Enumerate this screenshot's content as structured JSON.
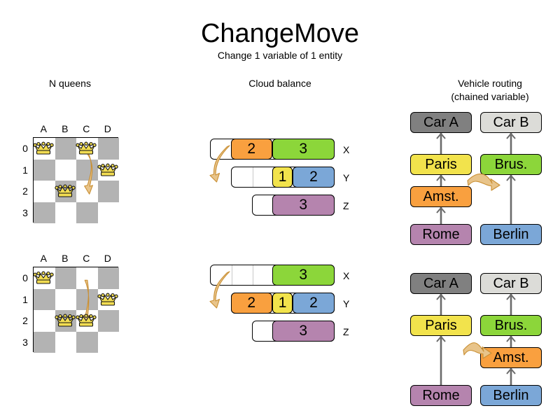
{
  "header": {
    "title": "ChangeMove",
    "subtitle": "Change 1 variable of 1 entity"
  },
  "columns": {
    "queens": "N queens",
    "cloud": "Cloud balance",
    "routing_line1": "Vehicle routing",
    "routing_line2": "(chained variable)"
  },
  "colors": {
    "orange": "#f9a03f",
    "green": "#8cd63a",
    "yellow": "#f2e34c",
    "blue": "#7ba7d7",
    "purple": "#b584ae",
    "gray_dark": "#808080",
    "gray_light": "#dcdcd8",
    "board_dark": "#b3b3b3",
    "board_light": "#ffffff",
    "arrow": "#e8c48a",
    "arrow_stroke": "#c98f33",
    "queen_gold": "#f2dd52",
    "edge": "#6b6b6b"
  },
  "nqueens": {
    "files": [
      "A",
      "B",
      "C",
      "D"
    ],
    "ranks": [
      "0",
      "1",
      "2",
      "3"
    ],
    "before": {
      "queens": [
        {
          "file": "A",
          "rank": "0"
        },
        {
          "file": "C",
          "rank": "0"
        },
        {
          "file": "D",
          "rank": "1"
        },
        {
          "file": "B",
          "rank": "2"
        }
      ],
      "move": {
        "from_file": "C",
        "from_rank": "0",
        "to_file": "C",
        "to_rank": "2"
      }
    },
    "after": {
      "queens": [
        {
          "file": "A",
          "rank": "0"
        },
        {
          "file": "D",
          "rank": "1"
        },
        {
          "file": "B",
          "rank": "2"
        },
        {
          "file": "C",
          "rank": "2"
        }
      ],
      "move": {
        "from_file": "C",
        "from_rank": "0",
        "to_file": "C",
        "to_rank": "2"
      }
    }
  },
  "cloud": {
    "computer_labels": [
      "X",
      "Y",
      "Z"
    ],
    "before": [
      {
        "label": "X",
        "processes": [
          {
            "value": "2",
            "color": "orange"
          },
          {
            "value": "3",
            "color": "green"
          }
        ],
        "empty_units": 1,
        "empty_dividers": 0
      },
      {
        "label": "Y",
        "processes": [
          {
            "value": "1",
            "color": "yellow"
          },
          {
            "value": "2",
            "color": "blue"
          }
        ],
        "empty_units": 2,
        "empty_dividers": 1
      },
      {
        "label": "Z",
        "processes": [
          {
            "value": "3",
            "color": "purple"
          }
        ],
        "empty_units": 1,
        "empty_dividers": 0
      }
    ],
    "after": [
      {
        "label": "X",
        "processes": [
          {
            "value": "3",
            "color": "green"
          }
        ],
        "empty_units": 3,
        "empty_dividers": 2
      },
      {
        "label": "Y",
        "processes": [
          {
            "value": "2",
            "color": "orange"
          },
          {
            "value": "1",
            "color": "yellow"
          },
          {
            "value": "2",
            "color": "blue"
          }
        ],
        "empty_units": 0,
        "empty_dividers": 0
      },
      {
        "label": "Z",
        "processes": [
          {
            "value": "3",
            "color": "purple"
          }
        ],
        "empty_units": 1,
        "empty_dividers": 0
      }
    ],
    "moved_process": "2"
  },
  "routing": {
    "before": {
      "chain_a": [
        "Car A",
        "Paris",
        "Amst.",
        "Rome"
      ],
      "chain_b": [
        "Car B",
        "Brus.",
        "Berlin"
      ]
    },
    "after": {
      "chain_a": [
        "Car A",
        "Paris",
        "Rome"
      ],
      "chain_b": [
        "Car B",
        "Brus.",
        "Amst.",
        "Berlin"
      ]
    },
    "moved_node": "Amst.",
    "node_colors": {
      "Car A": "gray_dark",
      "Car B": "gray_light",
      "Paris": "yellow",
      "Brus.": "green",
      "Amst.": "orange",
      "Rome": "purple",
      "Berlin": "blue"
    }
  }
}
